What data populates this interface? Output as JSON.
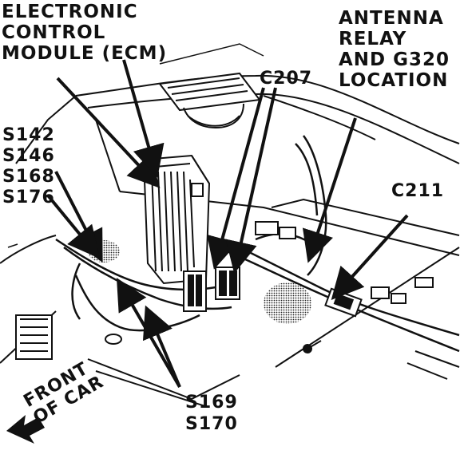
{
  "labels": {
    "ecm": "ELECTRONIC\nCONTROL\nMODULE (ECM)",
    "antenna": "ANTENNA\nRELAY\nAND G320\nLOCATION",
    "c207": "C207",
    "c211": "C211",
    "splices_left": "S142\nS146\nS168\nS176",
    "splices_bottom": "S169\nS170",
    "front_of_car": "FRONT\nOF CAR"
  },
  "colors": {
    "ink": "#111111",
    "paper": "#ffffff",
    "shade": "#bdbdbd"
  },
  "icons": {
    "direction": "arrow-down-left-icon"
  }
}
